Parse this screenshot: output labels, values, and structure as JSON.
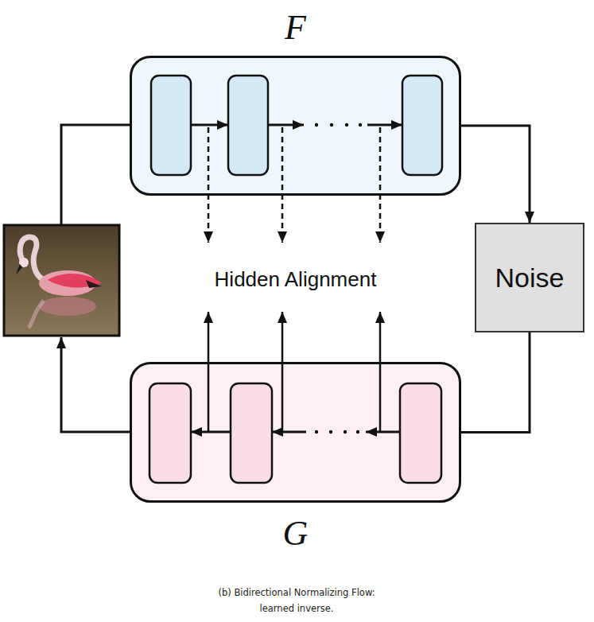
{
  "diagram": {
    "caption": "(b) Bidirectional Normalizing Flow: learned inverse.",
    "nodes": [
      {
        "text": [
          "F"
        ]
      },
      {
        "text": [
          "Noise"
        ]
      },
      {
        "text": [
          "G"
        ]
      }
    ],
    "edges": [
      {
        "from": 0,
        "to": 1,
        "arrow": "to"
      },
      {
        "from": 1,
        "to": 2,
        "arrow": "none"
      }
    ],
    "labels": [
      "Hidden Alignment"
    ]
  }
}
